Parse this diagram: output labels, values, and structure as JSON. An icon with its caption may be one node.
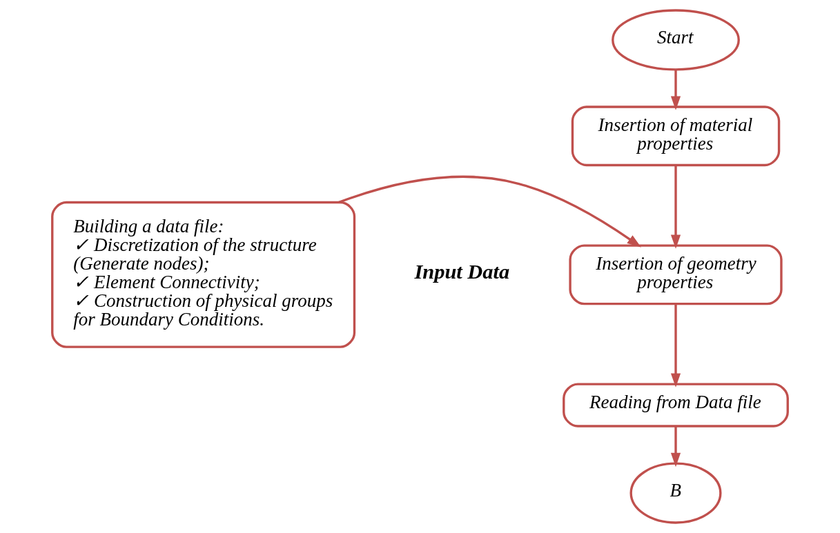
{
  "diagram": {
    "nodes": [
      {
        "text": [
          "Start"
        ]
      },
      {
        "text": [
          "Insertion of material properties"
        ]
      },
      {
        "text": [
          "Insertion of geometry properties"
        ]
      },
      {
        "text": [
          "Reading from Data file"
        ]
      },
      {
        "text": [
          "B"
        ]
      },
      {
        "text": [
          "Building a data file:",
          "✓ Discretization of the structure (Generate nodes);",
          "✓ Element Connectivity;",
          "✓ Construction of physical groups for Boundary Conditions."
        ]
      }
    ],
    "edges": [
      {
        "from": 0,
        "to": 1,
        "arrow": "to"
      },
      {
        "from": 1,
        "to": 2,
        "arrow": "to"
      },
      {
        "from": 5,
        "to": 2,
        "arrow": "to"
      },
      {
        "from": 2,
        "to": 3,
        "arrow": "to"
      },
      {
        "from": 3,
        "to": 4,
        "arrow": "to"
      }
    ],
    "labels": [
      "Input Data"
    ]
  }
}
